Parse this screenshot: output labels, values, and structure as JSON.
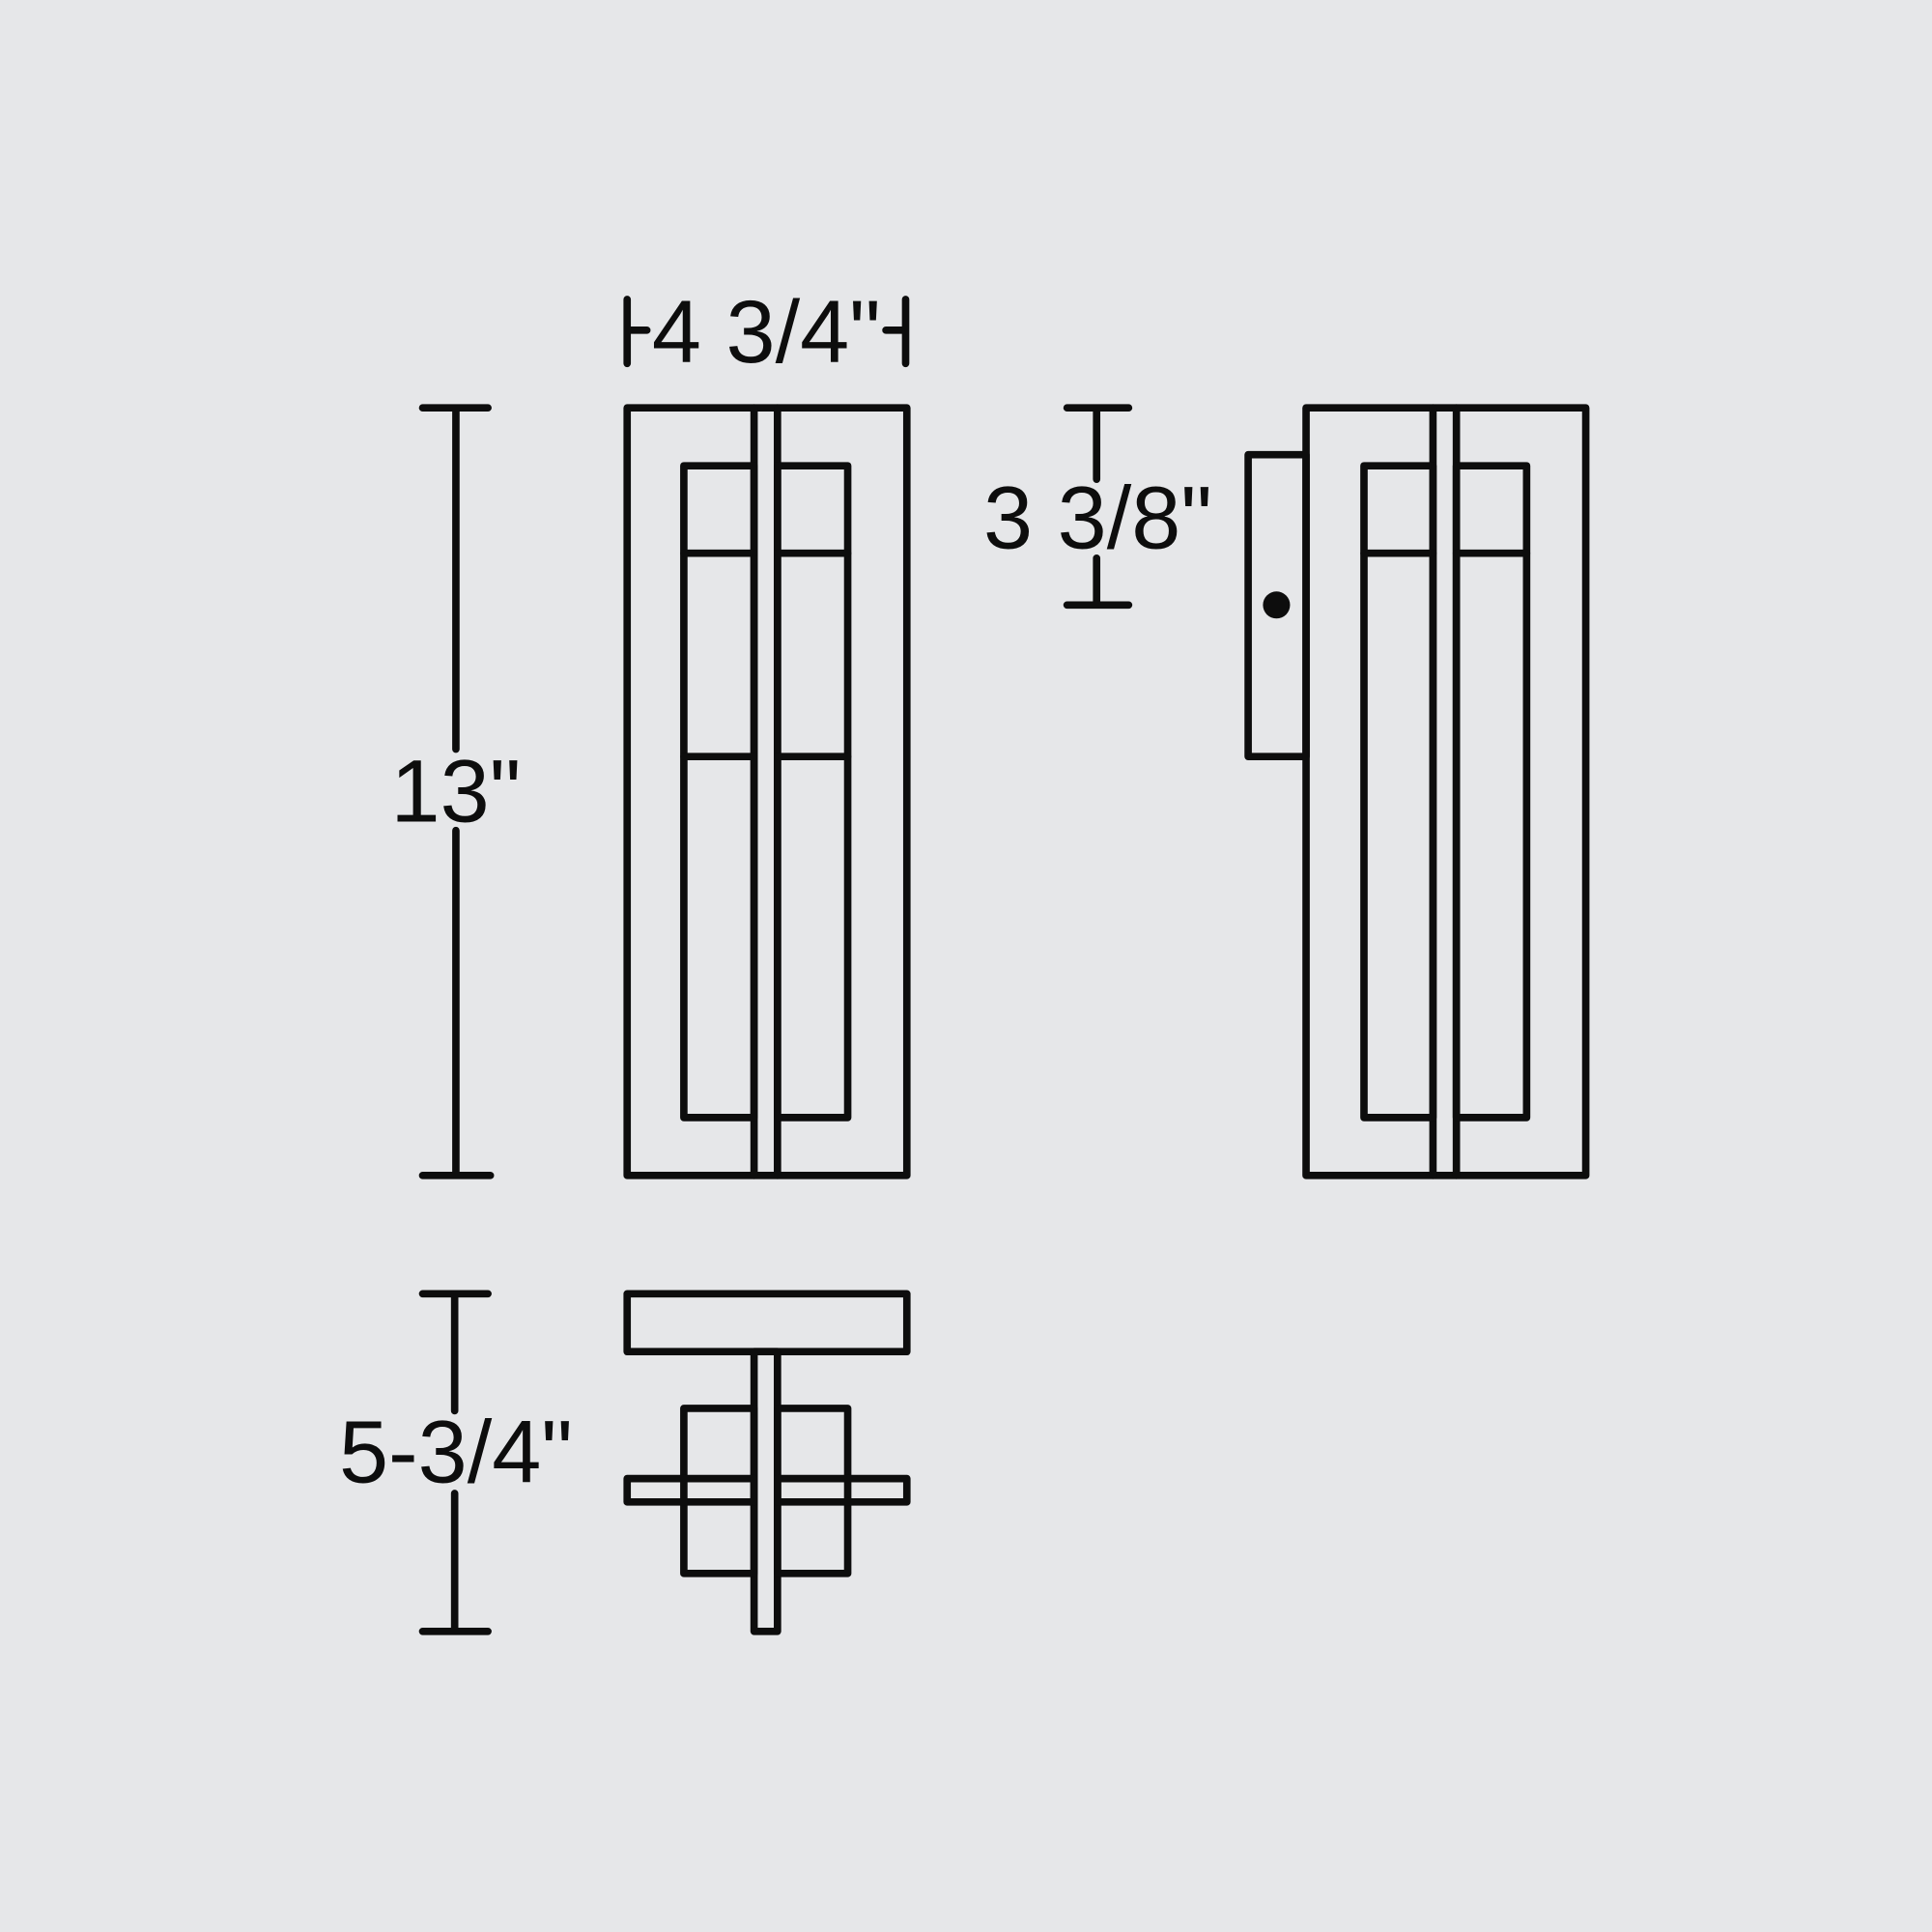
{
  "dimensions": {
    "width": "4 3/4\"",
    "height": "13\"",
    "extension": "3 3/8\"",
    "depth": "5-3/4\""
  },
  "colors": {
    "background": "#e6e7e9",
    "line": "#0d0d0d"
  }
}
